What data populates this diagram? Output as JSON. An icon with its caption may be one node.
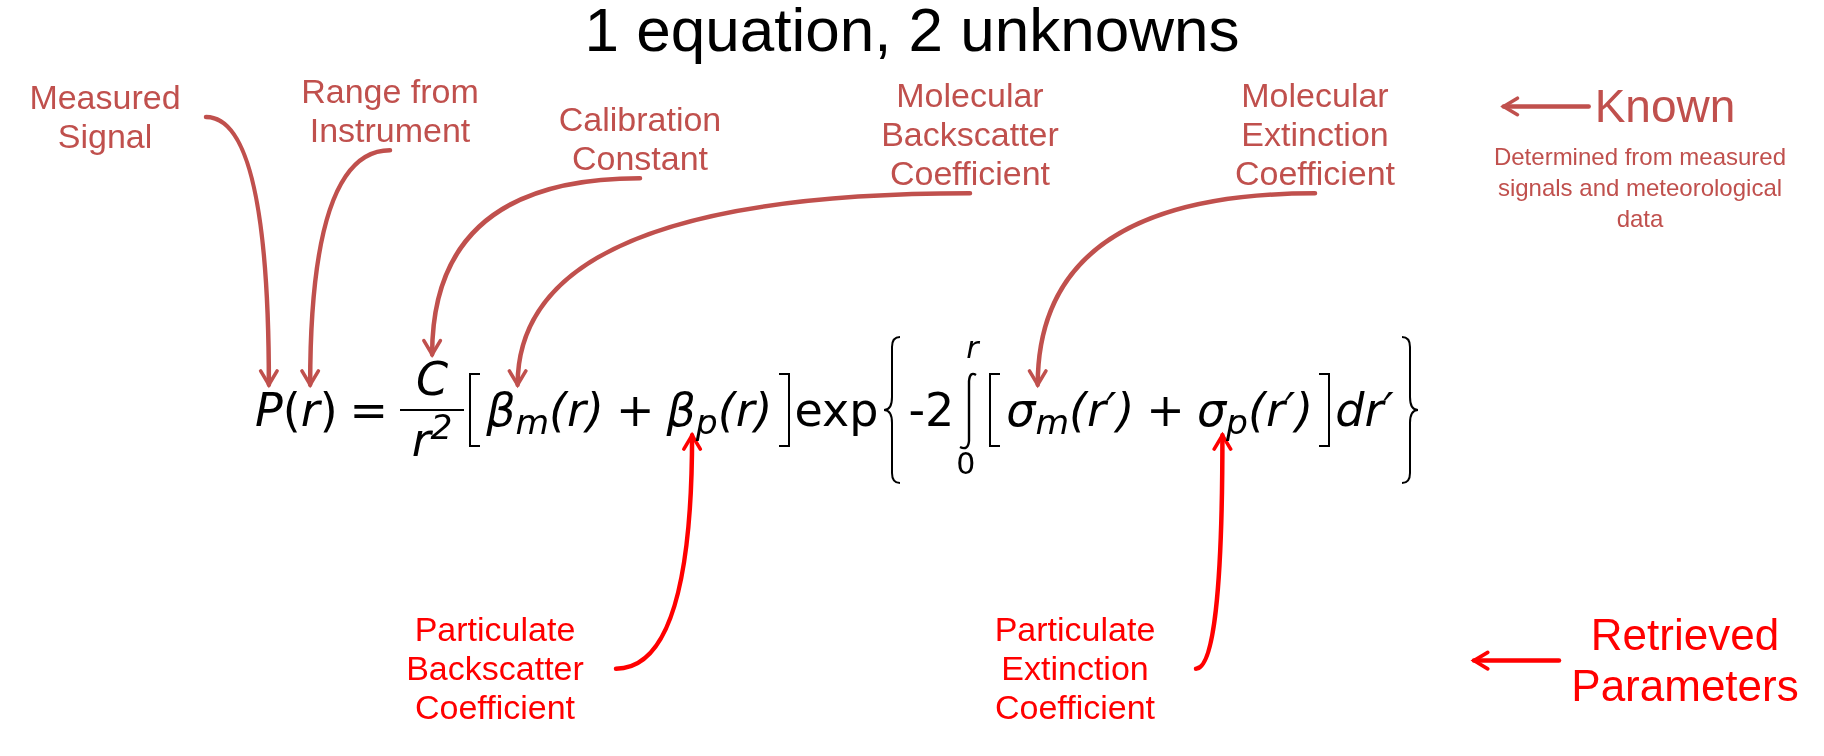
{
  "diagram": {
    "title": "1 equation, 2 unknowns",
    "nodes": [
      {
        "text": [
          "Measured Signal"
        ]
      },
      {
        "text": [
          "Range from Instrument"
        ]
      },
      {
        "text": [
          "Calibration Constant"
        ]
      },
      {
        "text": [
          "Molecular Backscatter Coefficient"
        ]
      },
      {
        "text": [
          "Molecular Extinction Coefficient"
        ]
      },
      {
        "text": [
          "Known"
        ],
        "beside": [
          "Determined from measured signals and meteorological data"
        ]
      },
      {
        "text": [
          "P"
        ]
      },
      {
        "text": [
          "r"
        ]
      },
      {
        "text": [
          "C"
        ]
      },
      {
        "text": [
          "β$_{m}$"
        ]
      },
      {
        "text": [
          "β$_{p}$"
        ]
      },
      {
        "text": [
          "σ$_{m}$"
        ]
      },
      {
        "text": [
          "σ$_{p}$"
        ]
      },
      {
        "text": [
          "Particulate Backscatter Coefficient"
        ]
      },
      {
        "text": [
          "Particulate Extinction Coefficient"
        ]
      },
      {
        "text": [
          "Retrieved Parameters"
        ]
      }
    ],
    "edges": [
      {
        "from": 0,
        "to": 6,
        "arrow": "to"
      },
      {
        "from": 1,
        "to": 7,
        "arrow": "to"
      },
      {
        "from": 2,
        "to": 8,
        "arrow": "to"
      },
      {
        "from": 3,
        "to": 9,
        "arrow": "to"
      },
      {
        "from": 4,
        "to": 11,
        "arrow": "to"
      },
      {
        "from": 5,
        "to": null,
        "arrow": "to"
      },
      {
        "from": 13,
        "to": 10,
        "arrow": "to",
        "color": "#ff0000"
      },
      {
        "from": 14,
        "to": 12,
        "arrow": "to",
        "color": "#ff0000"
      },
      {
        "from": 15,
        "to": null,
        "arrow": "to",
        "color": "#ff0000"
      }
    ],
    "labels": [
      "(",
      ")",
      "=",
      "r$^{2}$",
      "(r)",
      "+",
      "(r)",
      "exp",
      "-2",
      "r",
      "0",
      "(r′)",
      "+",
      "(r′)",
      "dr′"
    ]
  }
}
